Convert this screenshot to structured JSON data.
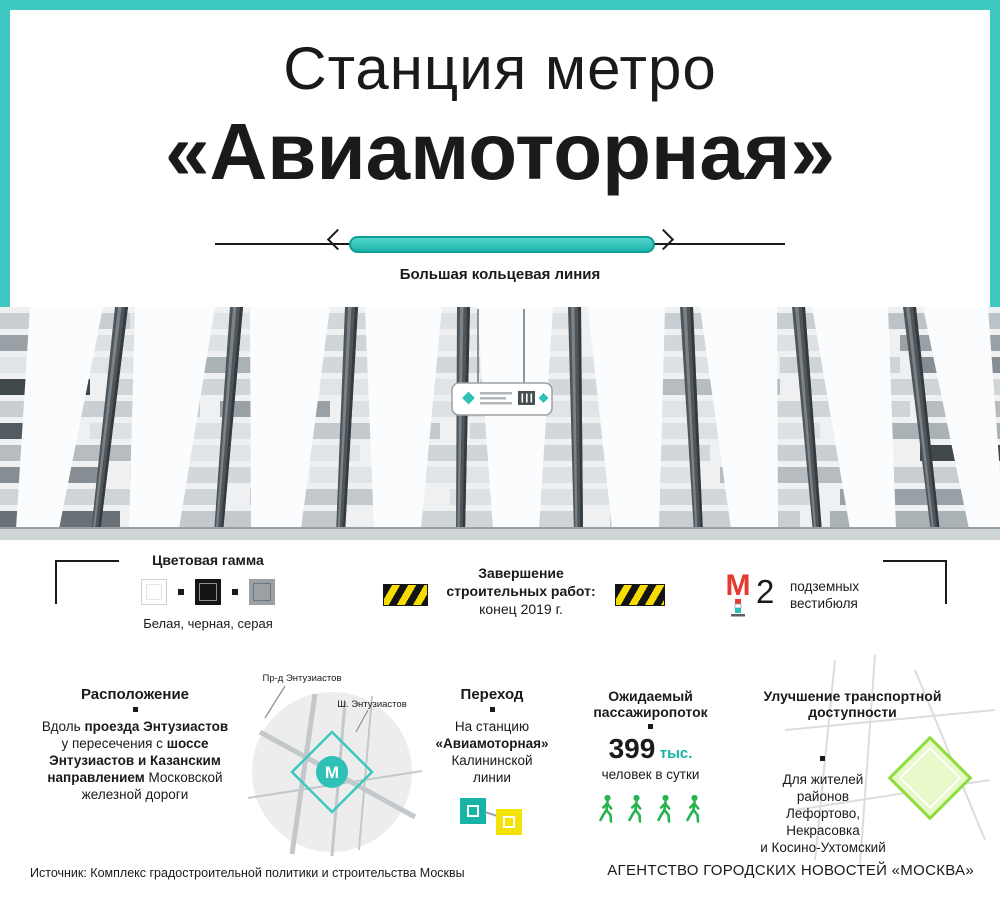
{
  "theme": {
    "teal": "#3cc8c0",
    "teal_dark": "#0f9e96",
    "yellow": "#f6dc00",
    "green": "#27b350",
    "red": "#e6392f",
    "light_green_fill": "#e8f8c8",
    "green_border": "#8edc3c",
    "palette_colors": [
      "#ffffff",
      "#141414",
      "#9aa0a3"
    ]
  },
  "header": {
    "title_line1": "Станция метро",
    "title_line2": "«Авиамоторная»",
    "line_caption": "Большая кольцевая линия"
  },
  "facts": {
    "palette": {
      "title": "Цветовая гамма",
      "caption": "Белая, черная, серая"
    },
    "completion": {
      "l1": "Завершение",
      "l2": "строительных работ:",
      "l3": "конец 2019 г."
    },
    "vestibules": {
      "count": "2",
      "l1": "подземных",
      "l2": "вестибюля"
    }
  },
  "metro_letter": "М",
  "columns": {
    "location": {
      "title": "Расположение",
      "l1a": "Вдоль ",
      "l1b": "проезда Энтузиастов",
      "l2a": "у пересечения с ",
      "l2b": "шоссе",
      "l3": "Энтузиастов и Казанским",
      "l4a": "направлением",
      "l4b": " Московской",
      "l5": "железной дороги",
      "map": {
        "label1": "Пр-д Энтузиастов",
        "label2": "Ш. Энтузиастов"
      }
    },
    "transfer": {
      "title": "Переход",
      "l1": "На станцию",
      "l2": "«Авиамоторная»",
      "l3": "Калининской",
      "l4": "линии"
    },
    "traffic": {
      "t1": "Ожидаемый",
      "t2": "пассажиропоток",
      "number": "399",
      "unit": "тыс.",
      "caption": "человек в сутки"
    },
    "accessibility": {
      "t1": "Улучшение транспортной",
      "t2": "доступности",
      "l1": "Для жителей",
      "l2": "районов",
      "l3": "Лефортово,",
      "l4": "Некрасовка",
      "l5": "и Косино-Ухтомский"
    }
  },
  "footer": {
    "source": "Источник: Комплекс градостроительной политики и строительства Москвы",
    "agency": "АГЕНТСТВО ГОРОДСКИХ НОВОСТЕЙ «МОСКВА»"
  }
}
